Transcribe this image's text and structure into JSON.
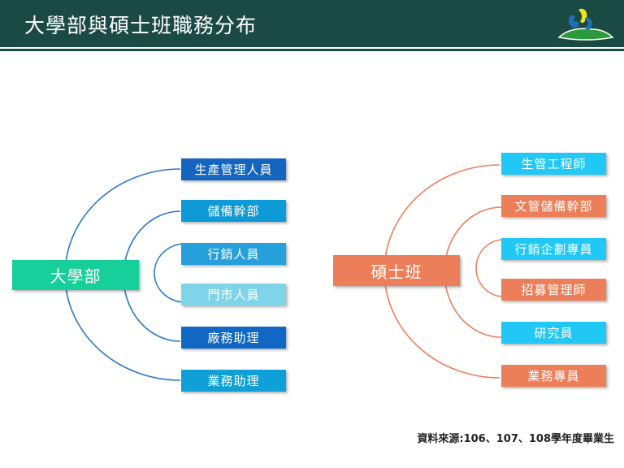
{
  "title": "大學部與碩士班職務分布",
  "undergrad": {
    "label": "大學部",
    "color": "#17cf9a",
    "jobs": [
      {
        "label": "生產管理人員",
        "color": "#1565c0"
      },
      {
        "label": "儲備幹部",
        "color": "#0e9ad6"
      },
      {
        "label": "行銷人員",
        "color": "#26a0da"
      },
      {
        "label": "門市人員",
        "color": "#7fd4ea"
      },
      {
        "label": "廠務助理",
        "color": "#1068c4"
      },
      {
        "label": "業務助理",
        "color": "#0ea0d6"
      }
    ]
  },
  "master": {
    "label": "碩士班",
    "color": "#ec7f5a",
    "jobs": [
      {
        "label": "生管工程師",
        "color": "#22c8f5"
      },
      {
        "label": "文管儲備幹部",
        "color": "#ec7f5a"
      },
      {
        "label": "行銷企劃專員",
        "color": "#22c8f5"
      },
      {
        "label": "招募管理師",
        "color": "#ec7f5a"
      },
      {
        "label": "研究員",
        "color": "#22c8f5"
      },
      {
        "label": "業務專員",
        "color": "#ec7f5a"
      }
    ]
  },
  "source": "資料來源:106、107、108學年度畢業生"
}
